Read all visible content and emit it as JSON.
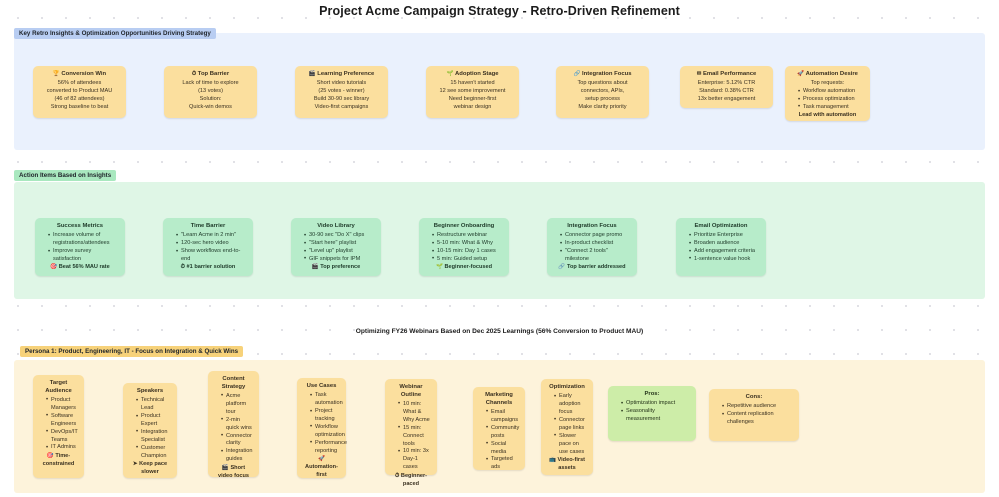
{
  "page": {
    "title": "Project Acme Campaign Strategy - Retro-Driven Refinement",
    "subtitle": "Optimizing FY26 Webinars Based on Dec 2025 Learnings (56% Conversion to Product MAU)"
  },
  "sections": [
    {
      "id": "key-retro-insights",
      "label": "Key Retro Insights & Optimization Opportunities Driving Strategy",
      "color": "#eaf1fd",
      "label_color": "#b8cdf2"
    },
    {
      "id": "action-items",
      "label": "Action Items Based on Insights",
      "color": "#dff6e6",
      "label_color": "#a9e8bf"
    },
    {
      "id": "persona-1",
      "label": "Persona 1: Product, Engineering, IT - Focus on Integration & Quick Wins",
      "color": "#fdf3db",
      "label_color": "#f7d27a"
    }
  ],
  "insight_cards": [
    {
      "icon": "trophy-icon",
      "icon_glyph": "🏆",
      "title": "Conversion Win",
      "lines": [
        "56% of attendees",
        "converted to Product MAU",
        "(46 of 82 attendees)",
        "Strong baseline to beat"
      ]
    },
    {
      "icon": "clock-icon",
      "icon_glyph": "⏱",
      "title": "Top Barrier",
      "lines": [
        "Lack of time to explore",
        "(13 votes)",
        "Solution:",
        "Quick-win demos"
      ]
    },
    {
      "icon": "video-icon",
      "icon_glyph": "🎬",
      "title": "Learning Preference",
      "lines": [
        "Short video tutorials",
        "(25 votes - winner)",
        "Build 30-90 sec library",
        "Video-first campaigns"
      ]
    },
    {
      "icon": "seedling-icon",
      "icon_glyph": "🌱",
      "title": "Adoption Stage",
      "lines": [
        "15 haven't started",
        "12 see some improvement",
        "Need beginner-first",
        "webinar design"
      ]
    },
    {
      "icon": "link-icon",
      "icon_glyph": "🔗",
      "title": "Integration Focus",
      "lines": [
        "Top questions about",
        "connectors, APIs,",
        "setup process",
        "Make clarity priority"
      ]
    },
    {
      "icon": "envelope-icon",
      "icon_glyph": "✉",
      "title": "Email Performance",
      "lines": [
        "Enterprise: 5.12% CTR",
        "Standard: 0.38% CTR",
        "13x better engagement"
      ]
    },
    {
      "icon": "rocket-icon",
      "icon_glyph": "🚀",
      "title": "Automation Desire",
      "intro": "Top requests:",
      "bullets": [
        "Workflow automation",
        "Process optimization",
        "Task management"
      ],
      "footer": "Lead with automation"
    }
  ],
  "action_cards": [
    {
      "title": "Success Metrics",
      "bullets": [
        "Increase volume of registrations/attendees",
        "Improve survey satisfaction"
      ],
      "footer_icon": "target-icon",
      "footer_glyph": "🎯",
      "footer": "Beat 56% MAU rate"
    },
    {
      "title": "Time Barrier",
      "bullets": [
        "\"Learn Acme in 2 min\"",
        "120-sec hero video",
        "Show workflows end-to-end"
      ],
      "footer_icon": "clock-icon",
      "footer_glyph": "⏱",
      "footer": "#1 barrier solution"
    },
    {
      "title": "Video Library",
      "bullets": [
        "30-90 sec \"Do X\" clips",
        "\"Start here\" playlist",
        "\"Level up\" playlist",
        "GIF snippets for IPM"
      ],
      "footer_icon": "video-icon",
      "footer_glyph": "🎬",
      "footer": "Top preference"
    },
    {
      "title": "Beginner Onboarding",
      "bullets": [
        "Restructure webinar",
        "5-10 min: What & Why",
        "10-15 min: Day 1 cases",
        "5 min: Guided setup"
      ],
      "footer_icon": "seedling-icon",
      "footer_glyph": "🌱",
      "footer": "Beginner-focused"
    },
    {
      "title": "Integration Focus",
      "bullets": [
        "Connector page promo",
        "In-product checklist",
        "\"Connect 2 tools\" milestone"
      ],
      "footer_icon": "link-icon",
      "footer_glyph": "🔗",
      "footer": "Top barrier addressed"
    },
    {
      "title": "Email Optimization",
      "bullets": [
        "Prioritize Enterprise",
        "Broaden audience",
        "Add engagement criteria",
        "1-sentence value hook"
      ]
    }
  ],
  "persona_cards": [
    {
      "title": "Target Audience",
      "tone": "amber",
      "bullets": [
        "Product Managers",
        "Software Engineers",
        "DevOps/IT Teams",
        "IT Admins"
      ],
      "footer_icon": "target-icon",
      "footer_glyph": "🎯",
      "footer": "Time-constrained"
    },
    {
      "title": "Speakers",
      "tone": "amber",
      "bullets": [
        "Technical Lead",
        "Product Expert",
        "Integration Specialist",
        "Customer Champion"
      ],
      "footer_icon": "arrow-icon",
      "footer_glyph": "➤",
      "footer": "Keep pace slower"
    },
    {
      "title": "Content Strategy",
      "tone": "amber",
      "bullets": [
        "Acme platform tour",
        "2-min quick wins",
        "Connector clarity",
        "Integration guides"
      ],
      "footer_icon": "video-icon",
      "footer_glyph": "🎬",
      "footer": "Short video focus"
    },
    {
      "title": "Use Cases",
      "tone": "amber",
      "bullets": [
        "Task automation",
        "Project tracking",
        "Workflow optimization",
        "Performance reporting"
      ],
      "footer_icon": "rocket-icon",
      "footer_glyph": "🚀",
      "footer": "Automation-first"
    },
    {
      "title": "Webinar Outline",
      "tone": "amber",
      "bullets": [
        "10 min: What & Why Acme",
        "15 min: Connect tools",
        "10 min: 3x Day-1 cases"
      ],
      "footer_icon": "clock-icon",
      "footer_glyph": "⏱",
      "footer": "Beginner-paced"
    },
    {
      "title": "Marketing Channels",
      "tone": "amber",
      "bullets": [
        "Email campaigns",
        "Community posts",
        "Social media",
        "Targeted ads"
      ]
    },
    {
      "title": "Optimization",
      "tone": "amber",
      "bullets": [
        "Early adoption focus",
        "Connector page links",
        "Slower pace on use cases"
      ],
      "footer_icon": "video-icon",
      "footer_glyph": "📺",
      "footer": "Video-first assets"
    },
    {
      "title": "Pros:",
      "tone": "lightgreen",
      "bullets": [
        "Optimization impact",
        "Seasonality measurement"
      ]
    },
    {
      "title": "Cons:",
      "tone": "amber",
      "bullets": [
        "Repetitive audience",
        "Content replication challenges"
      ]
    }
  ]
}
